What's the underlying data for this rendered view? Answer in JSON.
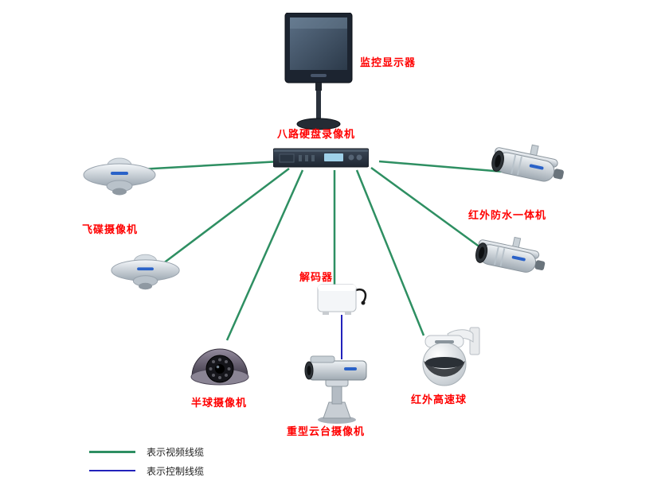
{
  "diagram": {
    "type": "network-topology",
    "description": "CCTV surveillance system wiring diagram",
    "colors": {
      "video_cable": "#2e8f62",
      "control_cable": "#2222bb",
      "label_text": "#ff0000",
      "background": "#ffffff"
    },
    "nodes": {
      "monitor": {
        "label": "监控显示器"
      },
      "dvr": {
        "label": "八路硬盘录像机"
      },
      "ufo_camera": {
        "label": "飞碟摄像机"
      },
      "dome_camera": {
        "label": "半球摄像机"
      },
      "decoder": {
        "label": "解码器"
      },
      "ptz_camera": {
        "label": "重型云台摄像机"
      },
      "speed_dome": {
        "label": "红外高速球"
      },
      "bullet_camera": {
        "label": "红外防水一体机"
      }
    },
    "legend": [
      {
        "type": "video",
        "label": "表示视频线缆"
      },
      {
        "type": "control",
        "label": "表示控制线缆"
      }
    ]
  }
}
